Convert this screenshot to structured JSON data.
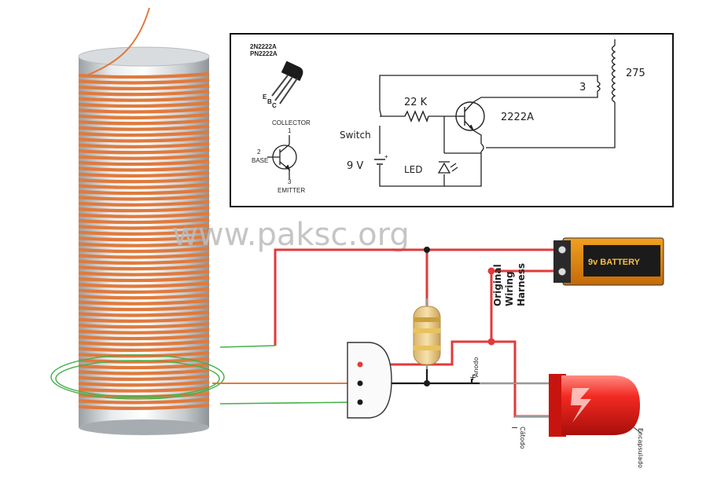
{
  "watermark": "www.paksc.org",
  "schematic": {
    "part_numbers": [
      "2N2222A",
      "PN2222A"
    ],
    "pin_letters": [
      "E",
      "B",
      "C"
    ],
    "pin_collector": "COLLECTOR",
    "pin_collector_num": "1",
    "pin_base_num": "2",
    "pin_base": "BASE",
    "pin_emitter_num": "3",
    "pin_emitter": "EMITTER",
    "resistor": "22 K",
    "transistor": "2222A",
    "switch": "Switch",
    "battery": "9 V",
    "led": "LED",
    "primary_turns": "3",
    "secondary_turns": "275",
    "battery_plus": "+"
  },
  "wiring": {
    "battery_label": "9v BATTERY",
    "harness_line1": "Original",
    "harness_line2": "Wiring",
    "harness_line3": "Harness",
    "anode": "Ánodo",
    "cathode": "Cátodo",
    "led_case": "Encapsulado",
    "plus": "+",
    "minus": "−"
  },
  "colors": {
    "copper": "#e07a3c",
    "red_wire": "#e23a3a",
    "green_wire": "#44b04a",
    "led_red": "#e8201c"
  }
}
